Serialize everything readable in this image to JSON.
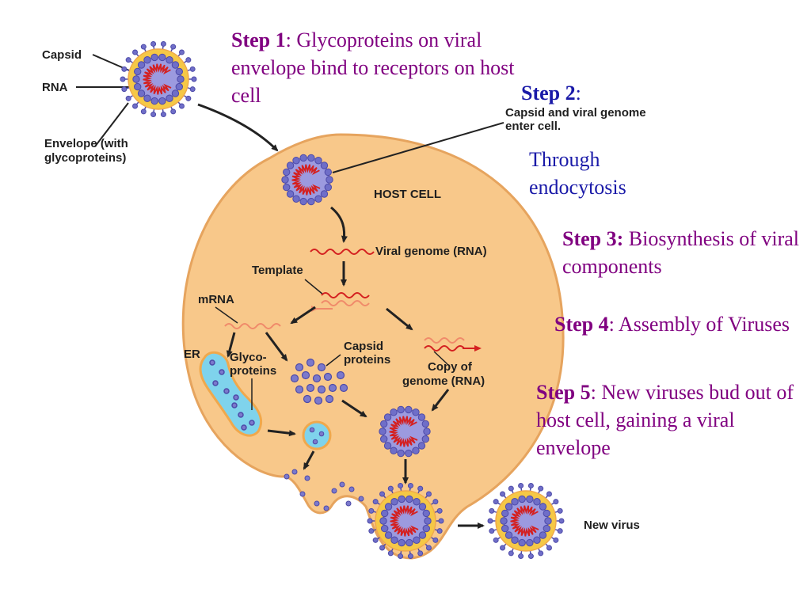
{
  "labels": {
    "capsid": "Capsid",
    "rna": "RNA",
    "envelope_1": "Envelope (with",
    "envelope_2": "glycoproteins)",
    "host_cell": "HOST CELL",
    "viral_genome": "Viral genome (RNA)",
    "template": "Template",
    "mrna": "mRNA",
    "er": "ER",
    "glyco_1": "Glyco-",
    "glyco_2": "proteins",
    "capsid_proteins_1": "Capsid",
    "capsid_proteins_2": "proteins",
    "copy_1": "Copy of",
    "copy_2": "genome (RNA)",
    "new_virus": "New virus"
  },
  "steps": {
    "step1": {
      "title": "Step 1",
      "text": ":  Glycoproteins on viral envelope bind to receptors on host cell"
    },
    "step2": {
      "title": "Step 2",
      "text": ":",
      "sub_1": "Capsid and viral genome",
      "sub_2": "enter cell.",
      "note": "Through endocytosis"
    },
    "step3": {
      "title": "Step 3:",
      "text": "  Biosynthesis of viral components"
    },
    "step4": {
      "title": "Step 4",
      "text": ":  Assembly of Viruses"
    },
    "step5": {
      "title": "Step 5",
      "text": ":  New viruses bud out of host cell, gaining a viral envelope"
    }
  },
  "colors": {
    "cell": "#f8c88a",
    "cell_outline": "#e6a45e",
    "envelope": "#f5c846",
    "capsomere": "#6f6ec8",
    "capsid_fill": "#9c9adf",
    "rna": "#d42020",
    "er": "#7fd3ec",
    "step_purple": "#800080",
    "step_blue": "#1a1aa8"
  }
}
